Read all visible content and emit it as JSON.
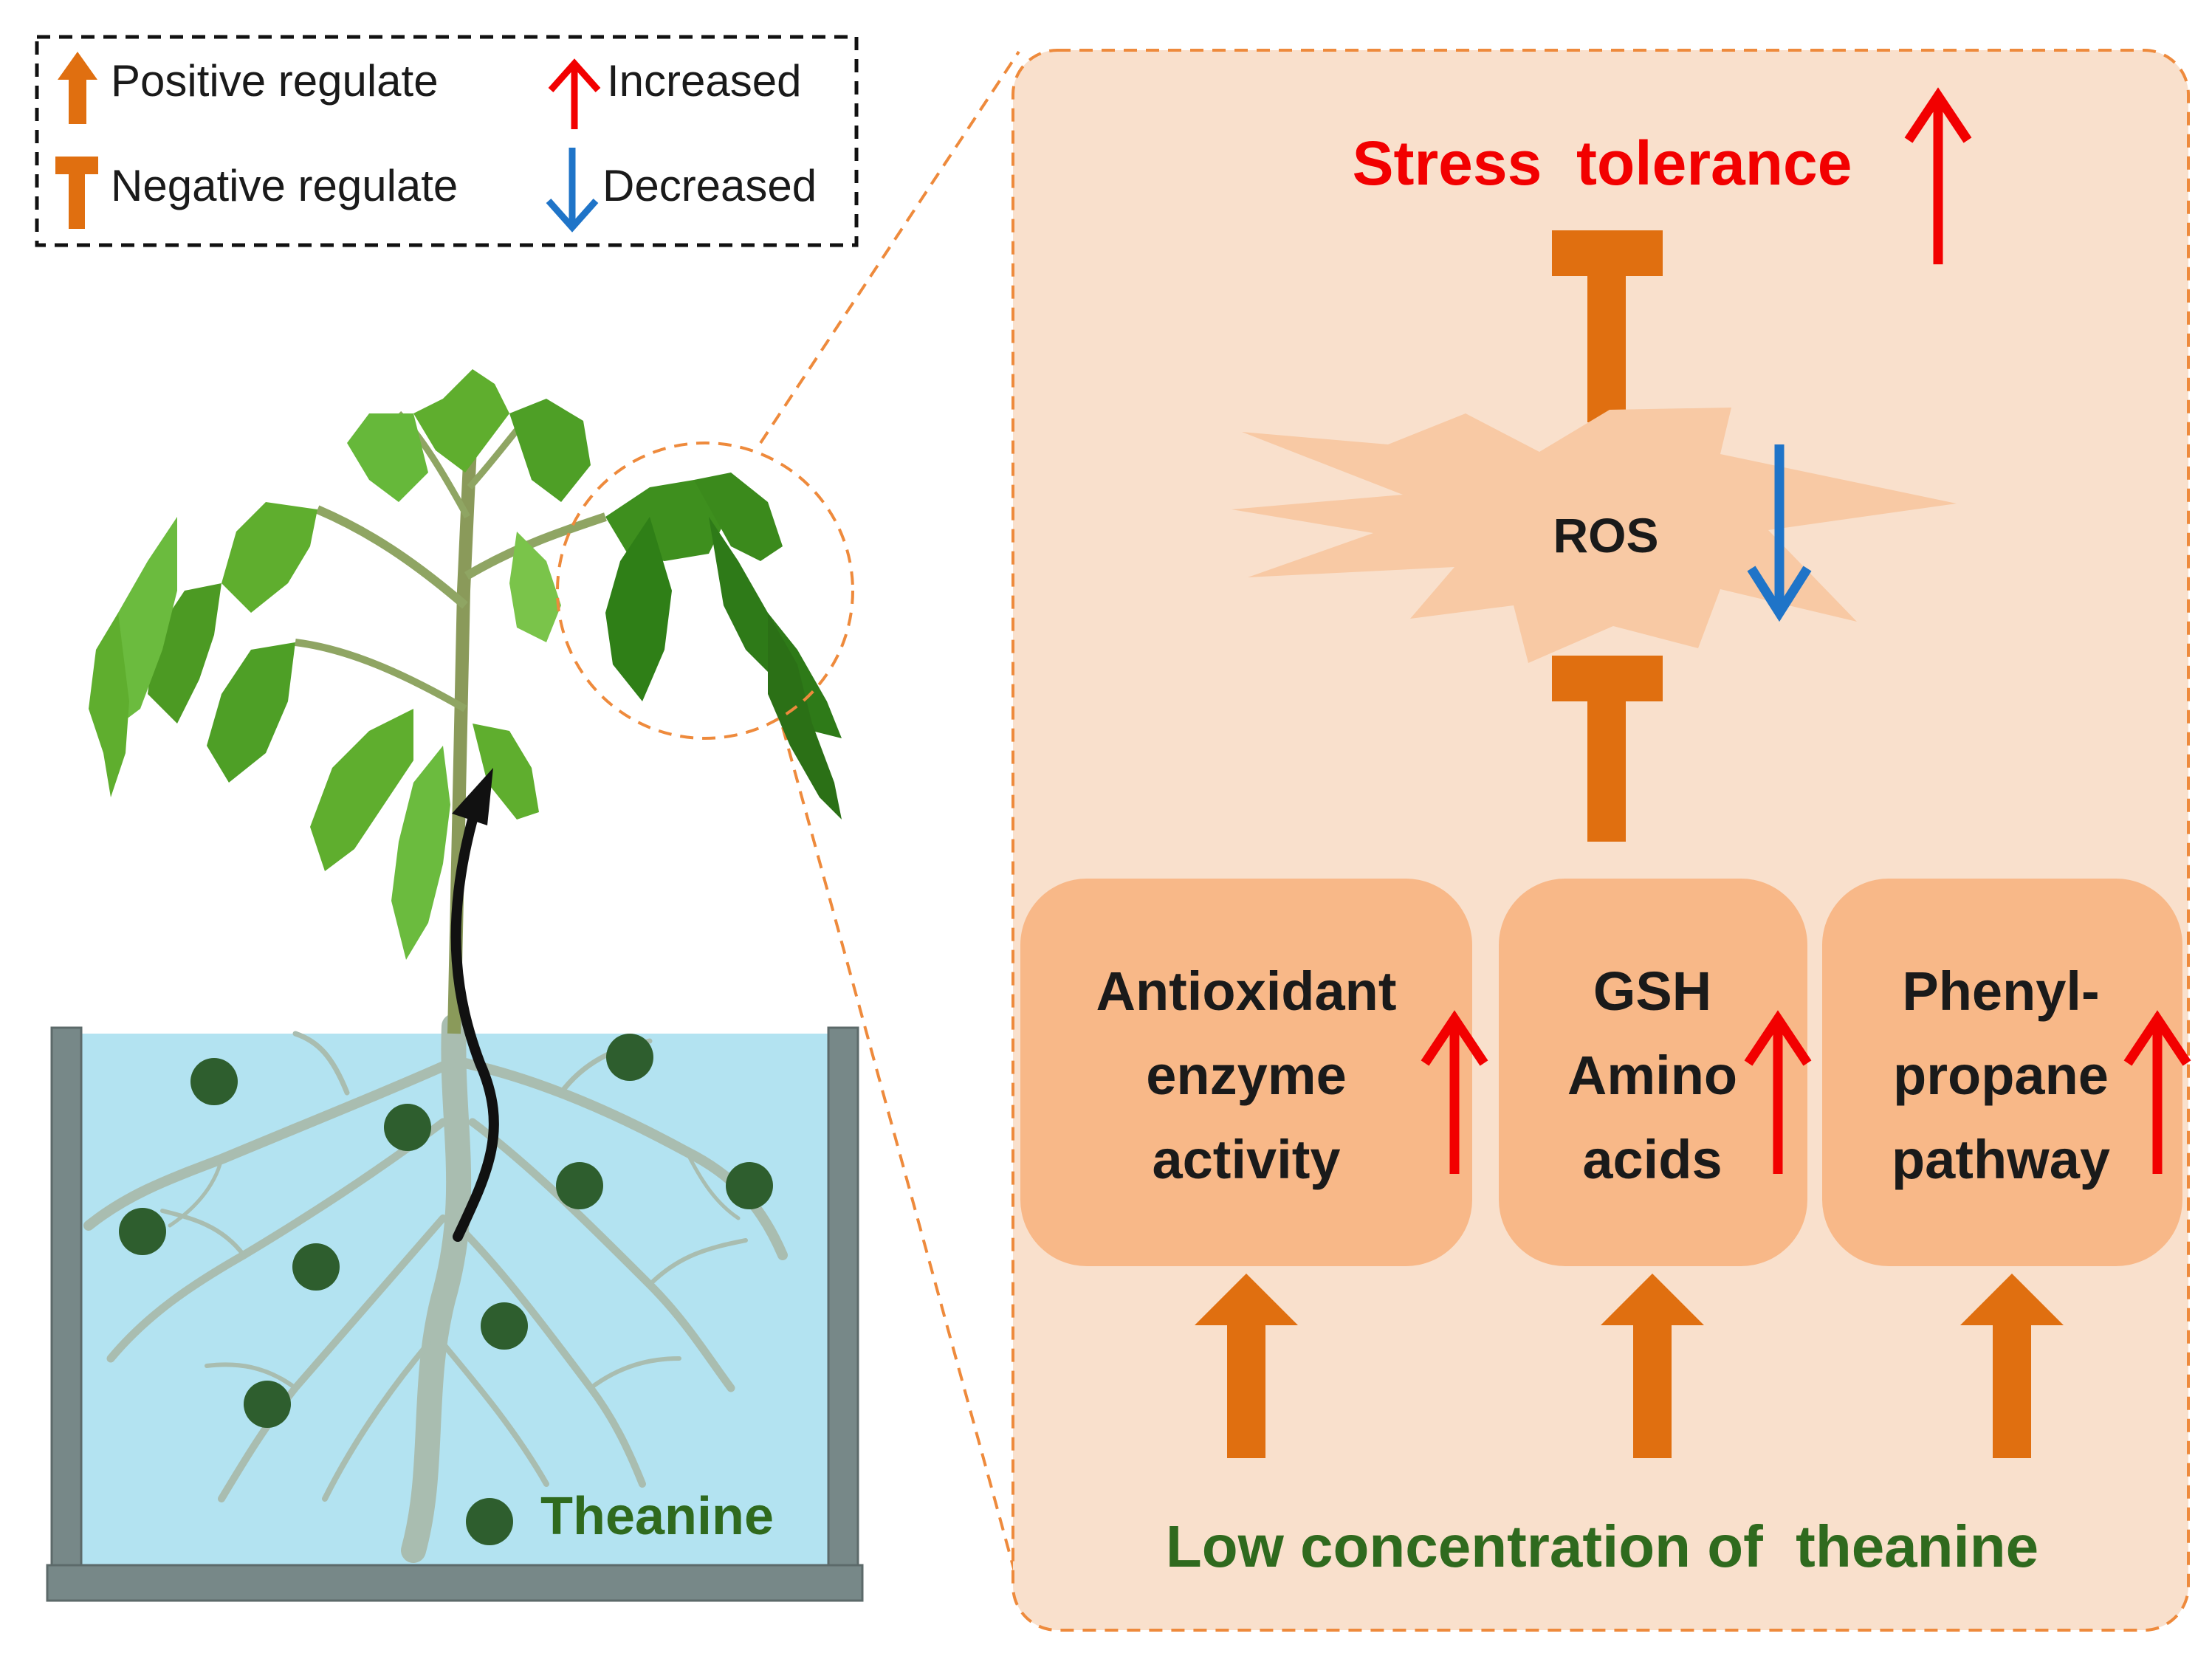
{
  "legend": {
    "positive": "Positive regulate",
    "negative": "Negative regulate",
    "increased": "Increased",
    "decreased": "Decreased"
  },
  "panel": {
    "stress_tolerance": "Stress  tolerance",
    "ros": "ROS",
    "box1": [
      "Antioxidant",
      "enzyme",
      "activity"
    ],
    "box2": [
      "GSH",
      "Amino",
      "acids"
    ],
    "box3": [
      "Phenyl-",
      "propane",
      "pathway"
    ],
    "bottom": "Low concentration of  theanine"
  },
  "plant": {
    "theanine_label": "Theanine"
  },
  "colors": {
    "orange_arrow": "#E06F10",
    "red_arrow": "#F20000",
    "blue_arrow": "#1F74C8",
    "panel_bg": "#F9E0CC",
    "panel_border": "#F0A060",
    "box_fill": "#F8B888",
    "ros_fill": "#F8C9A4",
    "water": "#B3E3F1",
    "tank": "#778888",
    "theanine_dot": "#2E5E2E",
    "green_text": "#2F6A1E",
    "red_text": "#F20000"
  },
  "icons": [
    "positive-regulate-arrow-icon",
    "negative-regulate-tbar-icon",
    "increased-arrow-icon",
    "decreased-arrow-icon",
    "tomato-plant-icon",
    "root-icon",
    "uptake-arrow-icon"
  ]
}
